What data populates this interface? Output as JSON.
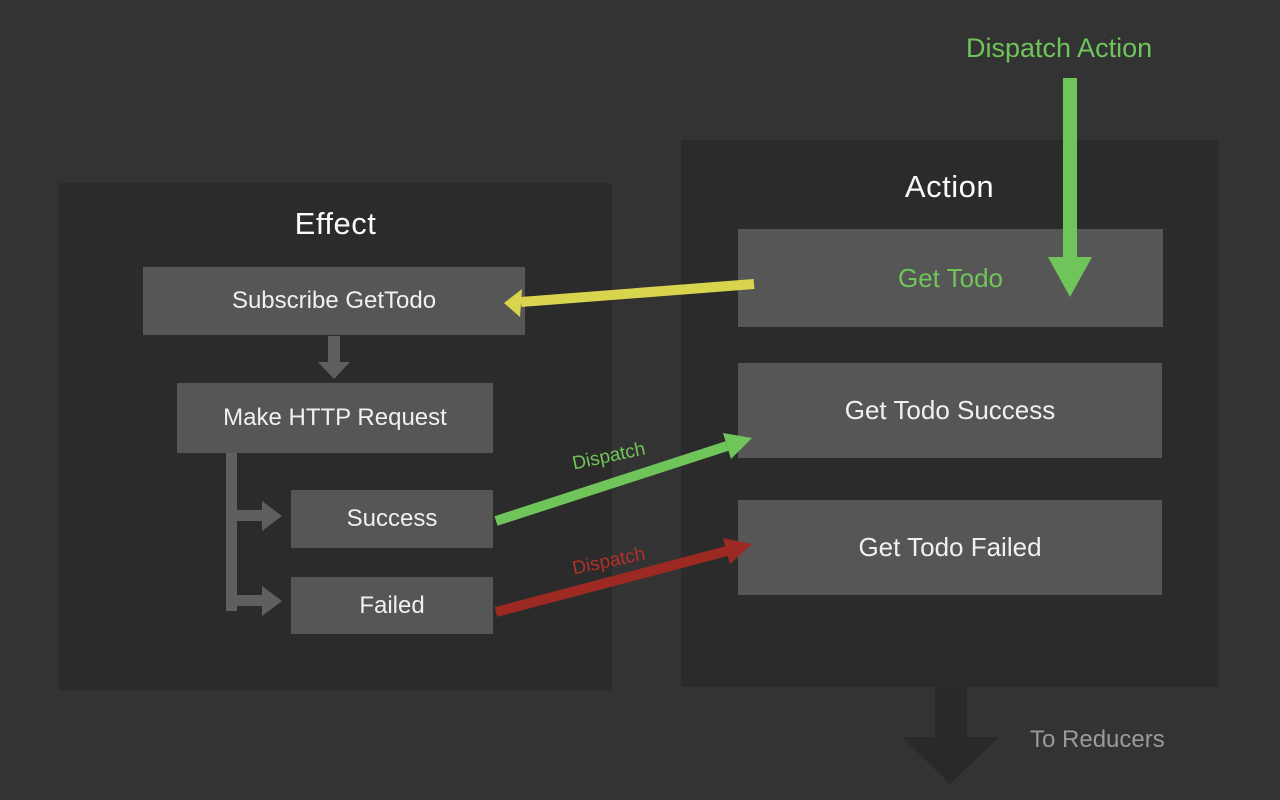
{
  "colors": {
    "canvas_bg": "#333333",
    "panel_bg": "#2b2b2b",
    "node_bg": "#565656",
    "title_text": "#fafafa",
    "node_text": "#f0f0f0",
    "green": "#6fc45a",
    "yellow": "#d8d44e",
    "red": "#9c2a23",
    "gray_arrow": "#5f5f5f",
    "dark_arrow": "#292929",
    "muted_text": "#9a9a9a"
  },
  "labels": {
    "dispatch_action": "Dispatch Action",
    "to_reducers": "To Reducers",
    "dispatch_success": "Dispatch",
    "dispatch_failed": "Dispatch"
  },
  "effect_panel": {
    "title": "Effect",
    "nodes": {
      "subscribe": "Subscribe GetTodo",
      "make_request": "Make HTTP Request",
      "success": "Success",
      "failed": "Failed"
    }
  },
  "action_panel": {
    "title": "Action",
    "nodes": {
      "get_todo": "Get Todo",
      "get_todo_success": "Get Todo Success",
      "get_todo_failed": "Get Todo Failed"
    }
  }
}
